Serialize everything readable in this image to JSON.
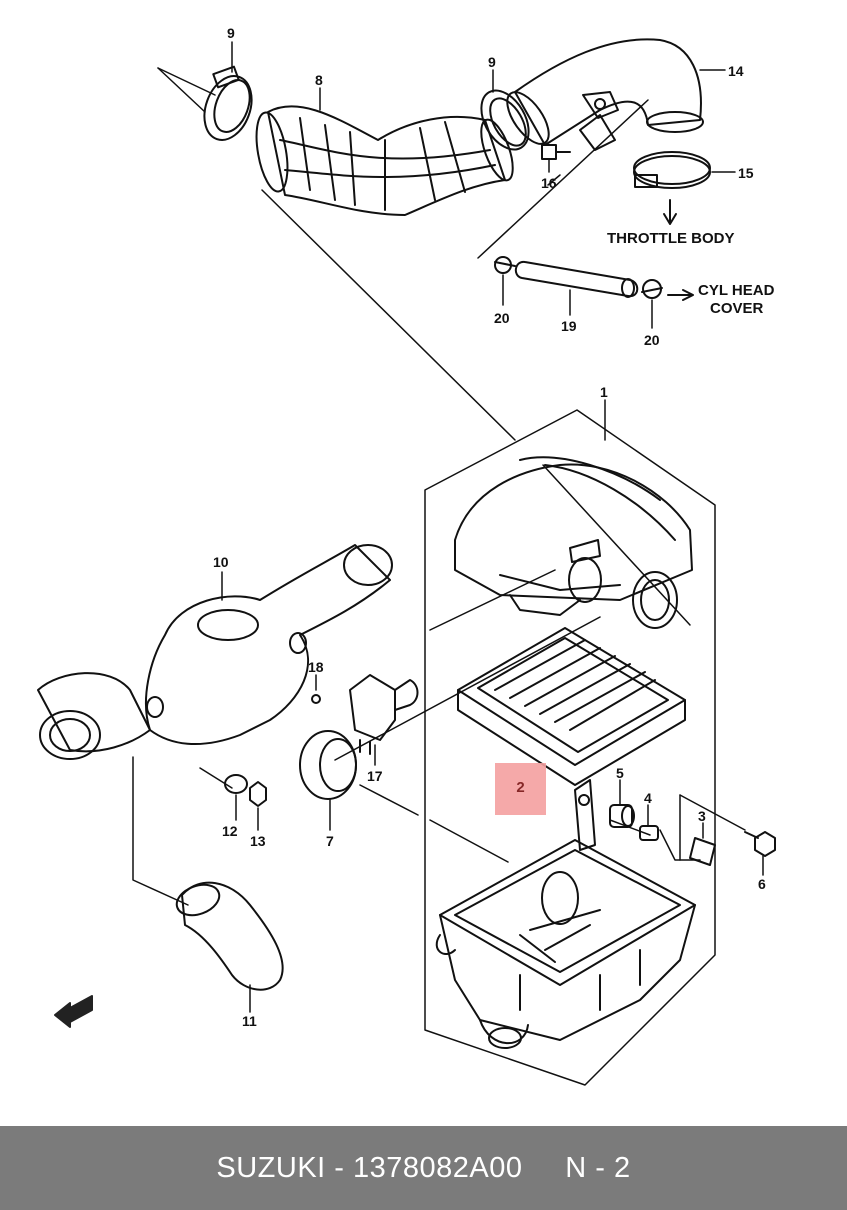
{
  "callouts": {
    "n1": "1",
    "n2": "2",
    "n3": "3",
    "n4": "4",
    "n5": "5",
    "n6": "6",
    "n7": "7",
    "n8": "8",
    "n9a": "9",
    "n9b": "9",
    "n10": "10",
    "n11": "11",
    "n12": "12",
    "n13": "13",
    "n14": "14",
    "n15": "15",
    "n16": "16",
    "n17": "17",
    "n18": "18",
    "n19": "19",
    "n20a": "20",
    "n20b": "20"
  },
  "annotations": {
    "throttle_body": "THROTTLE BODY",
    "cyl_head_line1": "CYL HEAD",
    "cyl_head_line2": "COVER"
  },
  "highlight": {
    "label": "2",
    "color": "#f4a0a0"
  },
  "footer": {
    "text": "SUZUKI - 1378082A00     N - 2",
    "background": "#7b7b7b"
  }
}
